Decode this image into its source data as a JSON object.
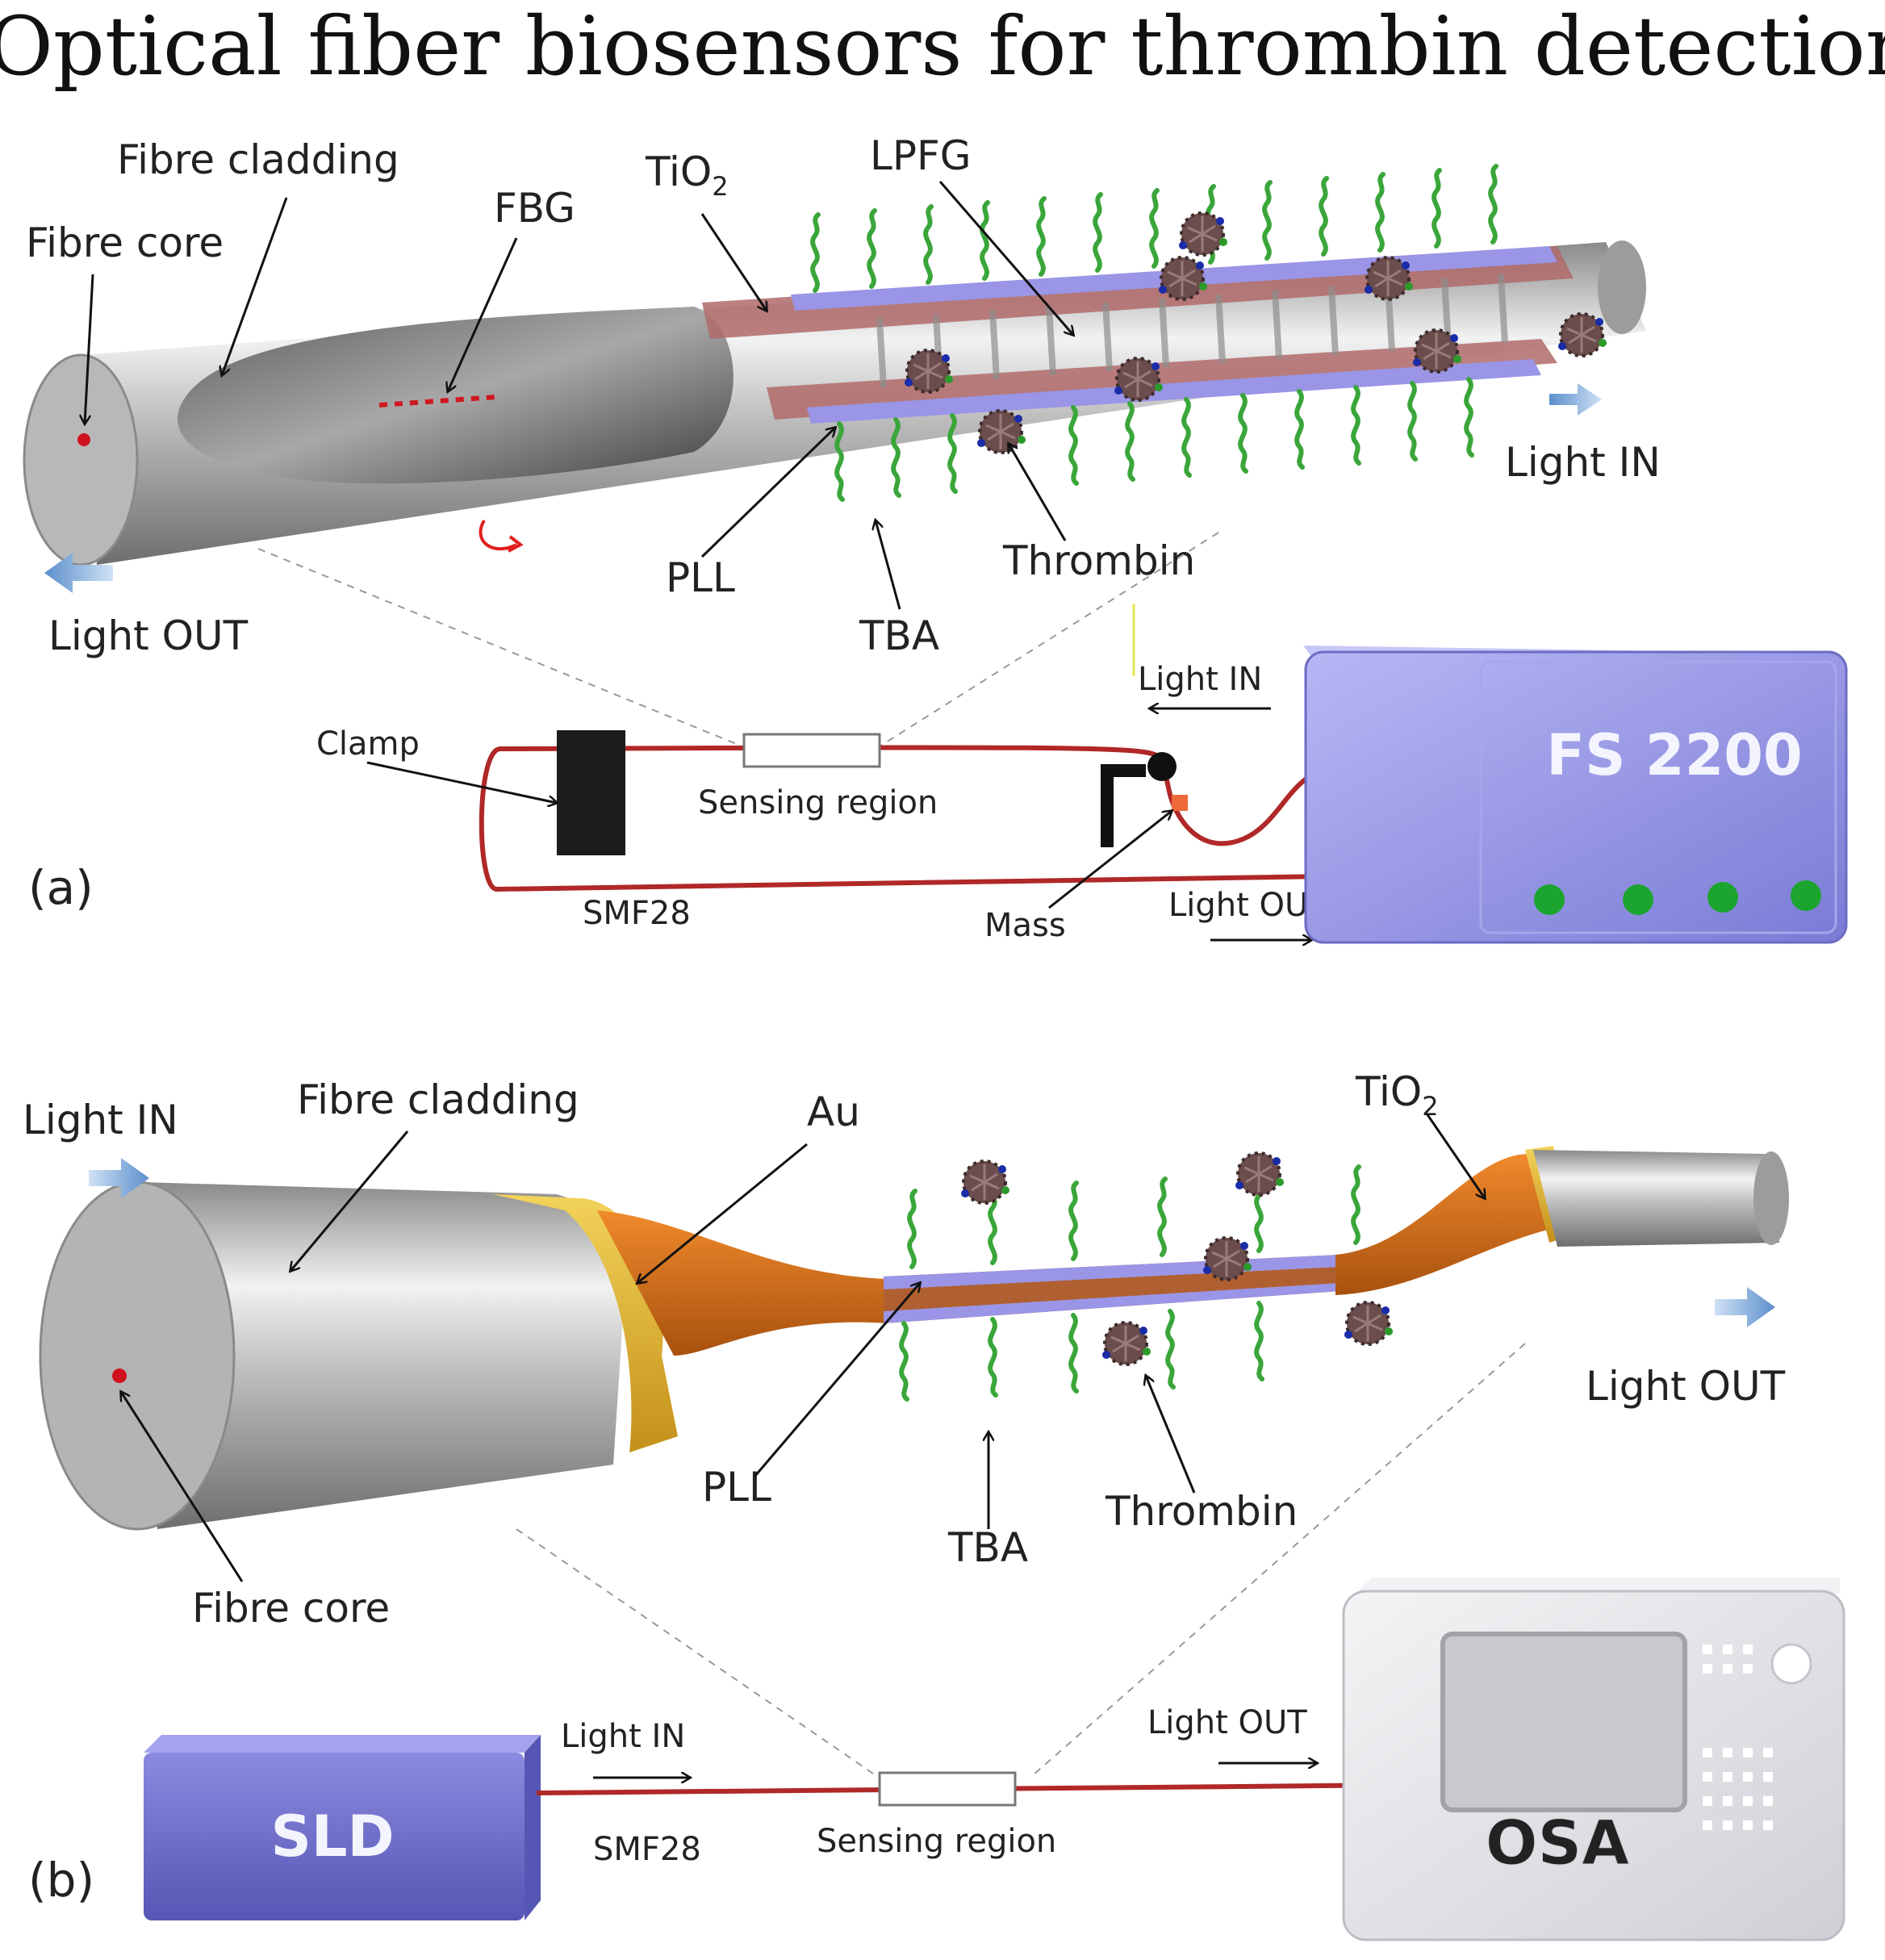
{
  "title": "Optical fiber biosensors for thrombin detection",
  "panel_a": {
    "label": "(a)",
    "fibre_core": "Fibre core",
    "fibre_cladding": "Fibre cladding",
    "fbg": "FBG",
    "tio2": "TiO",
    "tio2_sub": "2",
    "lpfg": "LPFG",
    "light_in": "Light IN",
    "light_out": "Light OUT",
    "pll": "PLL",
    "tba": "TBA",
    "thrombin": "Thrombin",
    "setup": {
      "light_in": "Light IN",
      "light_out": "Light OUT",
      "clamp": "Clamp",
      "sensing_region": "Sensing region",
      "smf28": "SMF28",
      "mass": "Mass",
      "device": "FS 2200"
    }
  },
  "panel_b": {
    "label": "(b)",
    "light_in": "Light IN",
    "fibre_cladding": "Fibre cladding",
    "au": "Au",
    "tio2": "TiO",
    "tio2_sub": "2",
    "light_out": "Light OUT",
    "pll": "PLL",
    "tba": "TBA",
    "thrombin": "Thrombin",
    "fibre_core": "Fibre core",
    "setup": {
      "source": "SLD",
      "light_in": "Light IN",
      "smf28": "SMF28",
      "sensing_region": "Sensing region",
      "light_out": "Light OUT",
      "analyzer": "OSA"
    }
  },
  "colors": {
    "fiber_cable": "#b02828",
    "fs_box": "#8f8fe8",
    "sld_box": "#7474cf",
    "osa_box": "#e3e3e8",
    "gold": "#e2b320",
    "tio2_orange": "#d9731c",
    "tba_green": "#3aa63a",
    "led_green": "#1ba52e"
  }
}
